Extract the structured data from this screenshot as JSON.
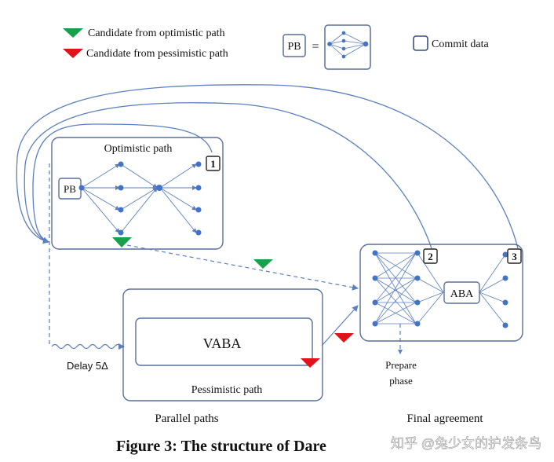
{
  "legend": {
    "optimistic_label": "Candidate from optimistic path",
    "pessimistic_label": "Candidate from pessimistic path",
    "pb_label": "PB",
    "equals": "=",
    "commit_label": "Commit data"
  },
  "optimistic": {
    "title": "Optimistic path",
    "pb_label": "PB",
    "badge": "1"
  },
  "pessimistic": {
    "vaba_label": "VABA",
    "title": "Pessimistic path",
    "delay_label": "Delay 5Δ"
  },
  "final": {
    "badge_2": "2",
    "badge_3": "3",
    "aba_label": "ABA",
    "prepare_line1": "Prepare",
    "prepare_line2": "phase"
  },
  "section_labels": {
    "parallel": "Parallel paths",
    "final": "Final agreement"
  },
  "caption": {
    "text": "Figure 3: The structure of Dare"
  },
  "watermark": {
    "text": "知乎 @兔少女的护发条鸟"
  },
  "colors": {
    "blue": "#4472c4",
    "line": "#5b7fc1",
    "box": "#5a6f9a",
    "green": "#19a04b",
    "red": "#e0131a"
  }
}
